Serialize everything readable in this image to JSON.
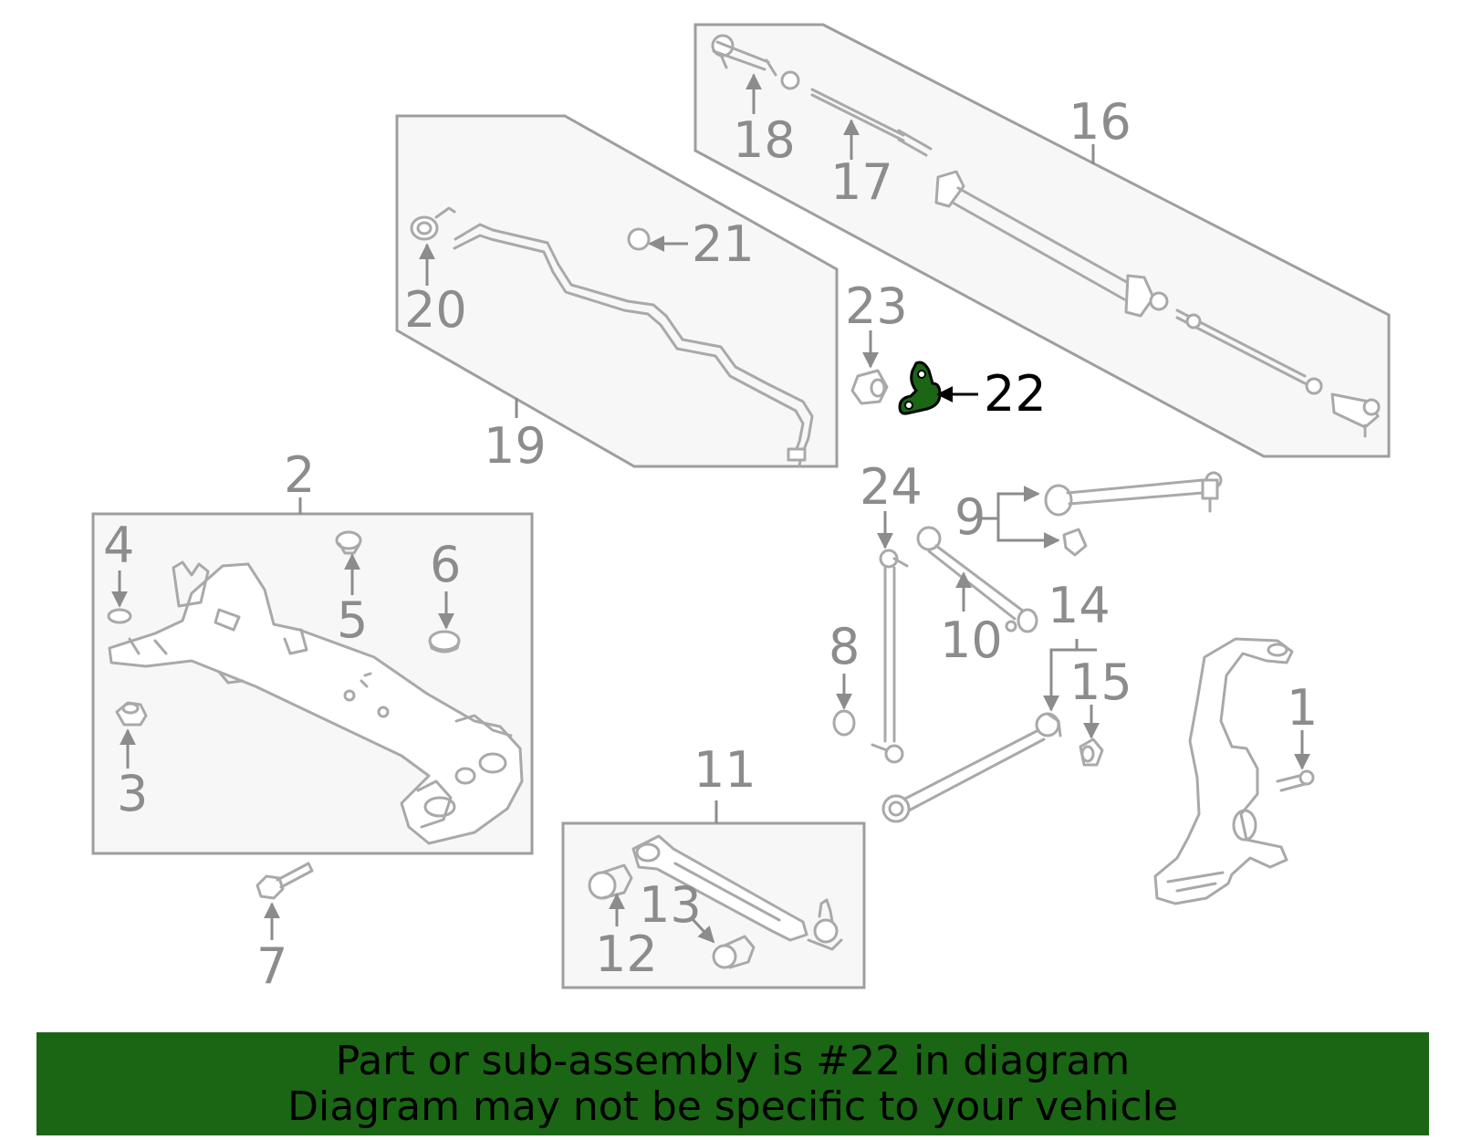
{
  "callouts": [
    "1",
    "2",
    "3",
    "4",
    "5",
    "6",
    "7",
    "8",
    "9",
    "10",
    "11",
    "12",
    "13",
    "14",
    "15",
    "16",
    "17",
    "18",
    "19",
    "20",
    "21",
    "22",
    "23",
    "24"
  ],
  "highlighted_part": "22",
  "colors": {
    "highlight": "#1a6614",
    "parts": "#a9a9a9",
    "labels": "#8c8c8c",
    "banner_text": "#000000"
  },
  "banner": {
    "line1": "Part or sub-assembly is #22 in diagram",
    "line2": "Diagram may not be specific to your vehicle"
  }
}
